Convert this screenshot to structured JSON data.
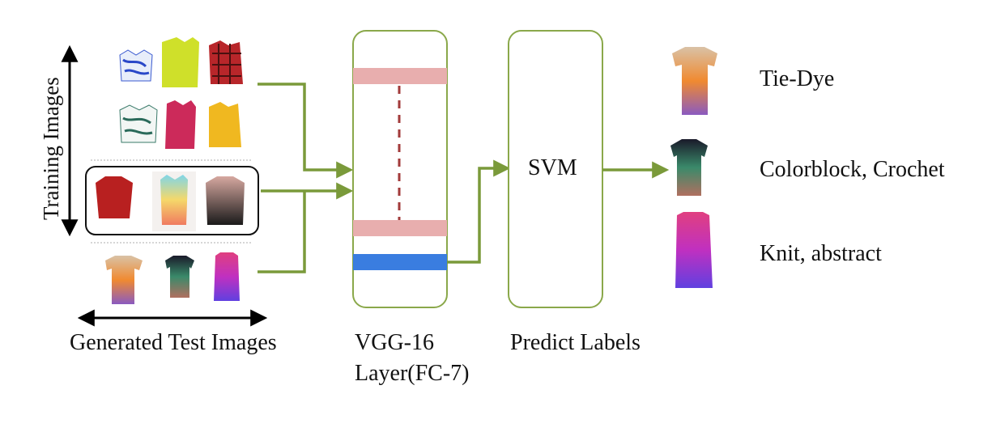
{
  "labels": {
    "training_images": "Training Images",
    "generated_test_images": "Generated Test Images",
    "vgg_line1": "VGG-16",
    "vgg_line2": "Layer(FC-7)",
    "svm": "SVM",
    "predict_labels": "Predict Labels"
  },
  "predictions": [
    {
      "label": "Tie-Dye",
      "icon": "tie-dye-tshirt-icon"
    },
    {
      "label": "Colorblock, Crochet",
      "icon": "colorblock-tshirt-icon"
    },
    {
      "label": "Knit, abstract",
      "icon": "knit-tank-icon"
    }
  ],
  "colors": {
    "arrow_green": "#7a9a3a",
    "box_border": "#8aa84a",
    "layer_pink": "#e8aeae",
    "dashed_red": "#a23a3a",
    "layer_blue": "#3a7de0"
  }
}
